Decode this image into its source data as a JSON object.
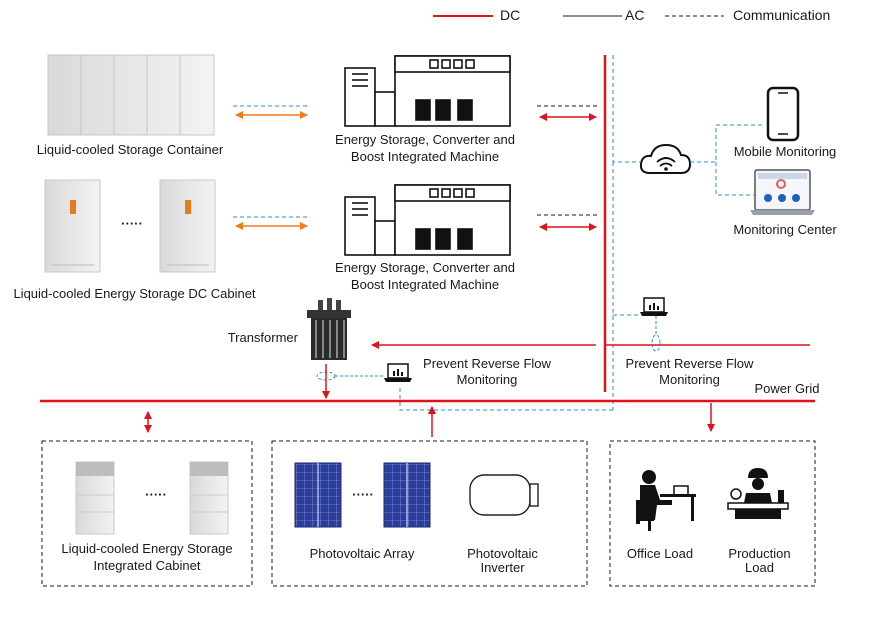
{
  "legend": {
    "dc": "DC",
    "ac": "AC",
    "comm": "Communication"
  },
  "colors": {
    "dc": "#e0121b",
    "ac": "#1a1a1a",
    "comm": "#2e8fd6",
    "flow": "#f07c1d"
  },
  "labels": {
    "storage_container": "Liquid-cooled Storage Container",
    "dc_cabinet": "Liquid-cooled Energy Storage DC Cabinet",
    "machine1_l1": "Energy Storage, Converter and",
    "machine1_l2": "Boost Integrated Machine",
    "machine2_l1": "Energy Storage, Converter and",
    "machine2_l2": "Boost Integrated Machine",
    "mobile_monitoring": "Mobile Monitoring",
    "monitoring_center": "Monitoring Center",
    "transformer": "Transformer",
    "prf1_l1": "Prevent Reverse Flow",
    "prf1_l2": "Monitoring",
    "prf2_l1": "Prevent Reverse Flow",
    "prf2_l2": "Monitoring",
    "power_grid": "Power Grid",
    "integrated_cabinet_l1": "Liquid-cooled Energy Storage",
    "integrated_cabinet_l2": "Integrated Cabinet",
    "pv_array": "Photovoltaic Array",
    "pv_inverter_l1": "Photovoltaic",
    "pv_inverter_l2": "Inverter",
    "office_load": "Office Load",
    "production_l1": "Production",
    "production_l2": "Load",
    "ellipsis": "·····"
  },
  "icons": [
    "wifi-cloud-icon",
    "smartphone-icon",
    "monitor-icon",
    "laptop-icon",
    "transformer-icon",
    "solar-panel-icon",
    "office-worker-icon",
    "factory-worker-icon"
  ]
}
